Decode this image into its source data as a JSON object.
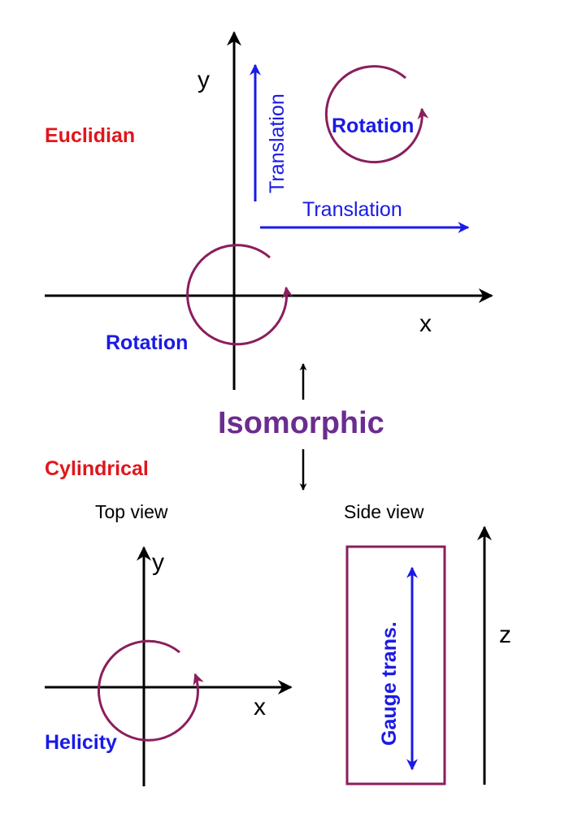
{
  "colors": {
    "axis": "#000000",
    "circle": "#8b1e5c",
    "transformation": "#1a1ae6",
    "section": "#e0161c",
    "isomorphic": "#6b2c8f"
  },
  "euclidian": {
    "title": "Euclidian",
    "x_label": "x",
    "y_label": "y",
    "vertical_translation": "Translation",
    "horizontal_translation": "Translation",
    "rotation_inner": "Rotation",
    "rotation_origin": "Rotation"
  },
  "isomorphic": {
    "label": "Isomorphic"
  },
  "cylindrical": {
    "title": "Cylindrical",
    "top_view": {
      "title": "Top view",
      "x_label": "x",
      "y_label": "y",
      "helicity": "Helicity"
    },
    "side_view": {
      "title": "Side view",
      "z_label": "z",
      "gauge": "Gauge trans."
    }
  }
}
